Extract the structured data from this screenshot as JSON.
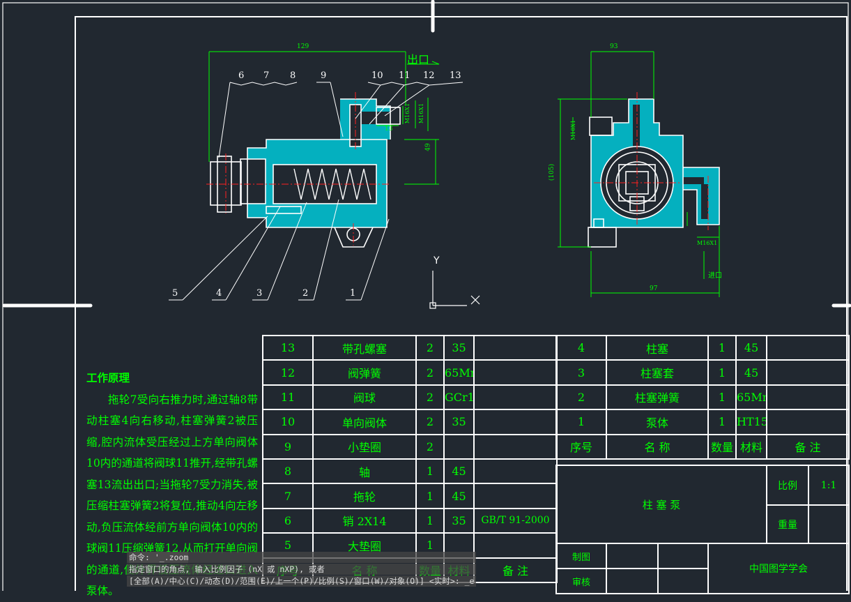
{
  "drawing": {
    "dim_top_width": "129",
    "outlet_label": "出口",
    "inlet_label": "进口",
    "dim_right_width": "93",
    "dim_right_bottom": "97",
    "dim_height": "(105)",
    "dim_49": "49",
    "dim_13": "13",
    "dim_thread_1": "M16X1",
    "dim_thread_2": "M16X1",
    "dim_thread_3": "M16X1",
    "dim_right_thread": "M10X1",
    "balloons_top": [
      "6",
      "7",
      "8",
      "9",
      "10",
      "11",
      "12",
      "13"
    ],
    "balloons_bottom": [
      "5",
      "4",
      "3",
      "2",
      "1"
    ],
    "ucs_y": "Y"
  },
  "principle": {
    "title": "工作原理",
    "body": "拖轮7受向右推力时,通过轴8带动柱塞4向右移动,柱塞弹簧2被压缩,腔内流体受压经过上方单向阀体10内的通道将阀球11推开,经带孔螺塞13流出出口;当拖轮7受力消失,被压缩柱塞弹簧2将复位,推动4向左移动,负压流体经前方单向阀体10内的球阀11压缩弹簧12,从而打开单向阀的通道,使外界低压流体经进口进入泵体。"
  },
  "bom_left": [
    [
      "13",
      "带孔螺塞",
      "2",
      "35",
      ""
    ],
    [
      "12",
      "阀弹簧",
      "2",
      "65Mn",
      ""
    ],
    [
      "11",
      "阀球",
      "2",
      "GCr15",
      ""
    ],
    [
      "10",
      "单向阀体",
      "2",
      "35",
      ""
    ],
    [
      "9",
      "小垫圈",
      "2",
      "",
      ""
    ],
    [
      "8",
      "轴",
      "1",
      "45",
      ""
    ],
    [
      "7",
      "拖轮",
      "1",
      "45",
      ""
    ],
    [
      "6",
      "销 2X14",
      "1",
      "35",
      "GB/T 91-2000"
    ],
    [
      "5",
      "大垫圈",
      "1",
      "",
      ""
    ],
    [
      "序号",
      "名 称",
      "数量",
      "材料",
      "备 注"
    ]
  ],
  "bom_right": [
    [
      "4",
      "柱塞",
      "1",
      "45",
      ""
    ],
    [
      "3",
      "柱塞套",
      "1",
      "45",
      ""
    ],
    [
      "2",
      "柱塞弹簧",
      "1",
      "65Mn",
      ""
    ],
    [
      "1",
      "泵体",
      "1",
      "HT150",
      ""
    ],
    [
      "序号",
      "名 称",
      "数量",
      "材料",
      "备 注"
    ]
  ],
  "title_block": {
    "name": "柱 塞 泵",
    "scale_label": "比例",
    "scale_value": "1:1",
    "weight_label": "重量",
    "drawn_label": "制图",
    "check_label": "审核",
    "org": "中国图学学会"
  },
  "command": {
    "line1": "命令: '_.zoom",
    "line2": "指定窗口的角点, 输入比例因子 (nX 或 nXP), 或者",
    "line3": "[全部(A)/中心(C)/动态(D)/范围(E)/上一个(P)/比例(S)/窗口(W)/对象(O)] <实时>: _e"
  },
  "colors": {
    "background": "#212830",
    "outline": "#ffffff",
    "dimension": "#00ff00",
    "hatch": "#00c8d8",
    "centerline": "#ff2020"
  }
}
